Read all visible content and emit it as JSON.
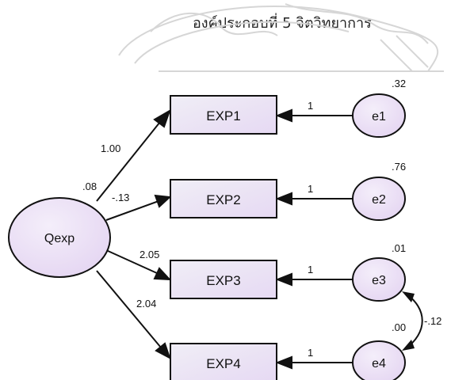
{
  "header": {
    "title": "องค์ประกอบที่ 5 จิตวิทยาการ"
  },
  "latent": {
    "label": "Qexp",
    "variance": ".08"
  },
  "indicators": [
    {
      "label": "EXP1",
      "loading": "1.00",
      "error_label": "e1",
      "error_path": "1",
      "error_variance": ".32"
    },
    {
      "label": "EXP2",
      "loading": "-.13",
      "error_label": "e2",
      "error_path": "1",
      "error_variance": ".76"
    },
    {
      "label": "EXP3",
      "loading": "2.05",
      "error_label": "e3",
      "error_path": "1",
      "error_variance": ".01"
    },
    {
      "label": "EXP4",
      "loading": "2.04",
      "error_label": "e4",
      "error_path": "1",
      "error_variance": ".00"
    }
  ],
  "covariance": {
    "between": [
      "e3",
      "e4"
    ],
    "value": "-.12"
  },
  "colors": {
    "fill": "#ebe4f5",
    "stroke": "#111111",
    "watermark": "#d6d6d6"
  }
}
